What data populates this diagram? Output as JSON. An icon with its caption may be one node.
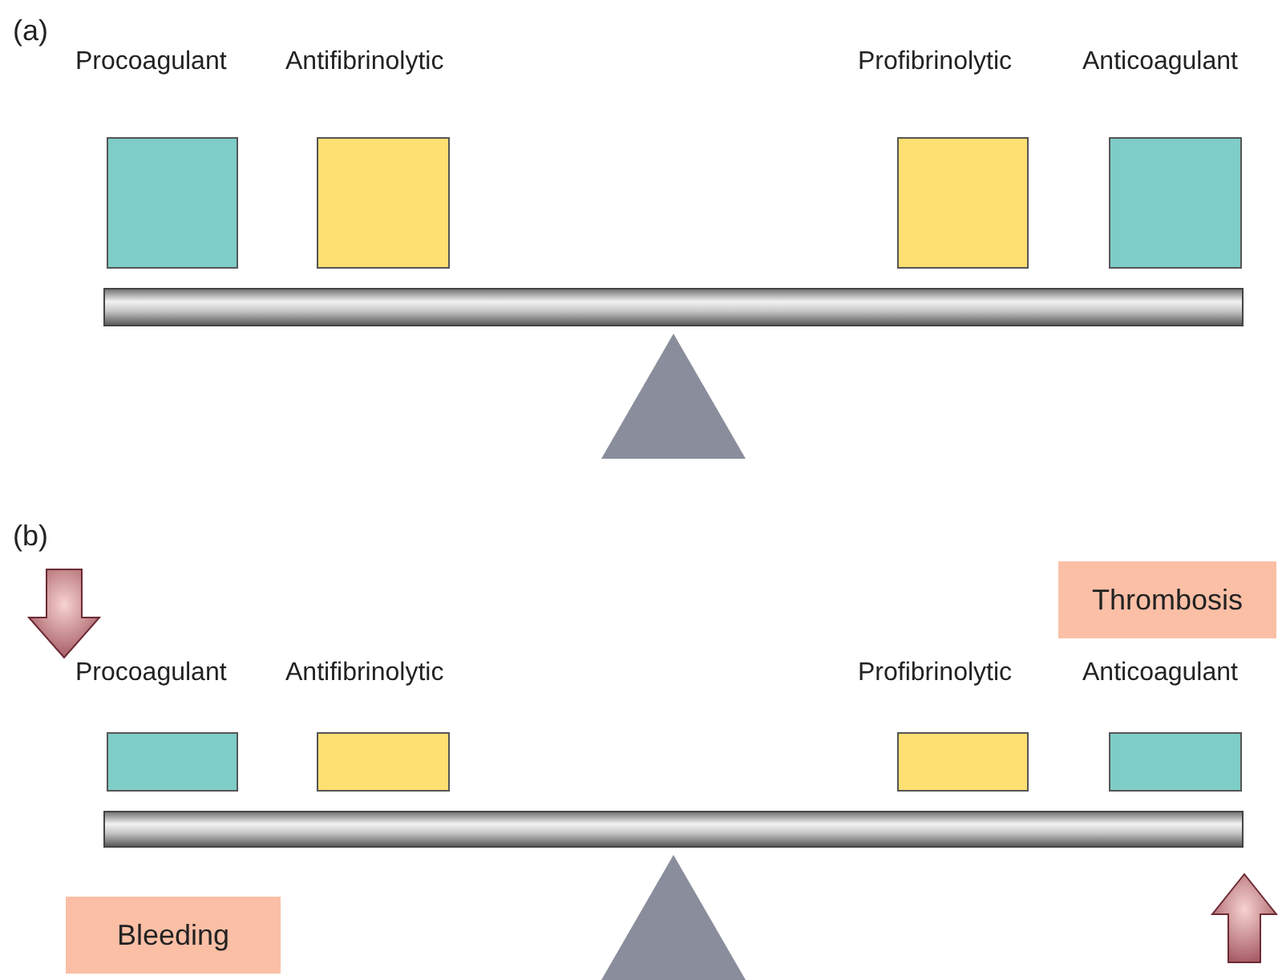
{
  "diagram": {
    "nodes": [
      {
        "text": [
          "Thrombosis"
        ]
      },
      {
        "text": [
          "Bleeding"
        ]
      }
    ],
    "labels": [
      "(a)",
      "Procoagulant",
      "Antifibrinolytic",
      "Profibrinolytic",
      "Anticoagulant",
      "(b)",
      "Procoagulant",
      "Antifibrinolytic",
      "Profibrinolytic",
      "Anticoagulant"
    ]
  }
}
